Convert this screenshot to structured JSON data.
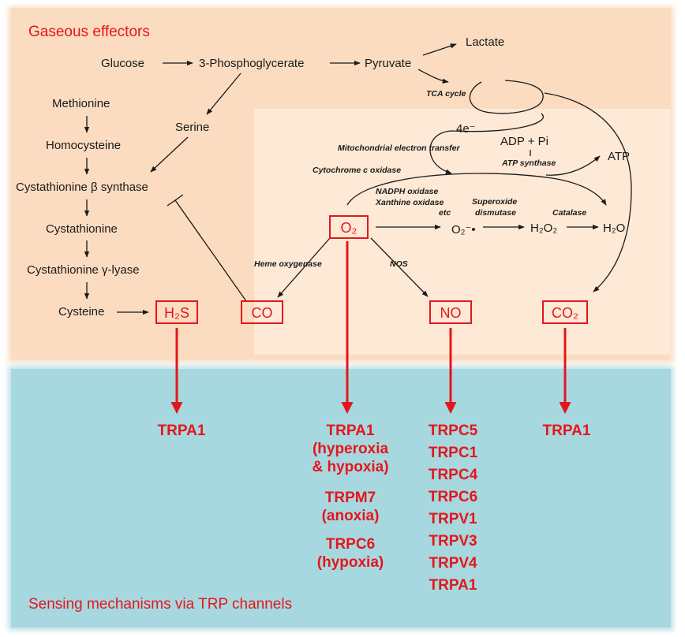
{
  "sections": {
    "top_title": "Gaseous effectors",
    "bottom_title": "Sensing mechanisms via TRP channels"
  },
  "colors": {
    "top_panel": "#fbdcc0",
    "top_inner_panel": "#fde9d5",
    "bottom_panel": "#a8d8df",
    "accent_red": "#e4161b"
  },
  "metabolites": {
    "glucose": "Glucose",
    "pg3": "3-Phosphoglycerate",
    "pyruvate": "Pyruvate",
    "lactate": "Lactate",
    "serine": "Serine",
    "methionine": "Methionine",
    "homocysteine": "Homocysteine",
    "cbs": "Cystathionine β synthase",
    "cystathionine": "Cystathionine",
    "cgl": "Cystathionine γ-lyase",
    "cysteine": "Cysteine",
    "tca": "TCA cycle",
    "electrons": "4e⁻",
    "mito": "Mitochondrial electron transfer",
    "cox": "Cytochrome c oxidase",
    "adp": "ADP + Pi",
    "atp_synthase": "ATP synthase",
    "atp": "ATP",
    "nadph": "NADPH oxidase",
    "xanthine": "Xanthine oxidase",
    "etc": "etc",
    "superoxide": "O₂⁻•",
    "sod1": "Superoxide",
    "sod2": "dismutase",
    "catalase": "Catalase",
    "h2o2": "H₂O₂",
    "h2o": "H₂O",
    "heme": "Heme oxygenase",
    "nos": "NOS"
  },
  "gases": {
    "h2s": "H₂S",
    "co": "CO",
    "o2": "O₂",
    "no": "NO",
    "co2": "CO₂"
  },
  "channels": {
    "h2s": [
      "TRPA1"
    ],
    "o2": [
      "TRPA1",
      "(hyperoxia",
      "& hypoxia)",
      "TRPM7",
      "(anoxia)",
      "TRPC6",
      "(hypoxia)"
    ],
    "no": [
      "TRPC5",
      "TRPC1",
      "TRPC4",
      "TRPC6",
      "TRPV1",
      "TRPV3",
      "TRPV4",
      "TRPA1"
    ],
    "co2": [
      "TRPA1"
    ]
  }
}
